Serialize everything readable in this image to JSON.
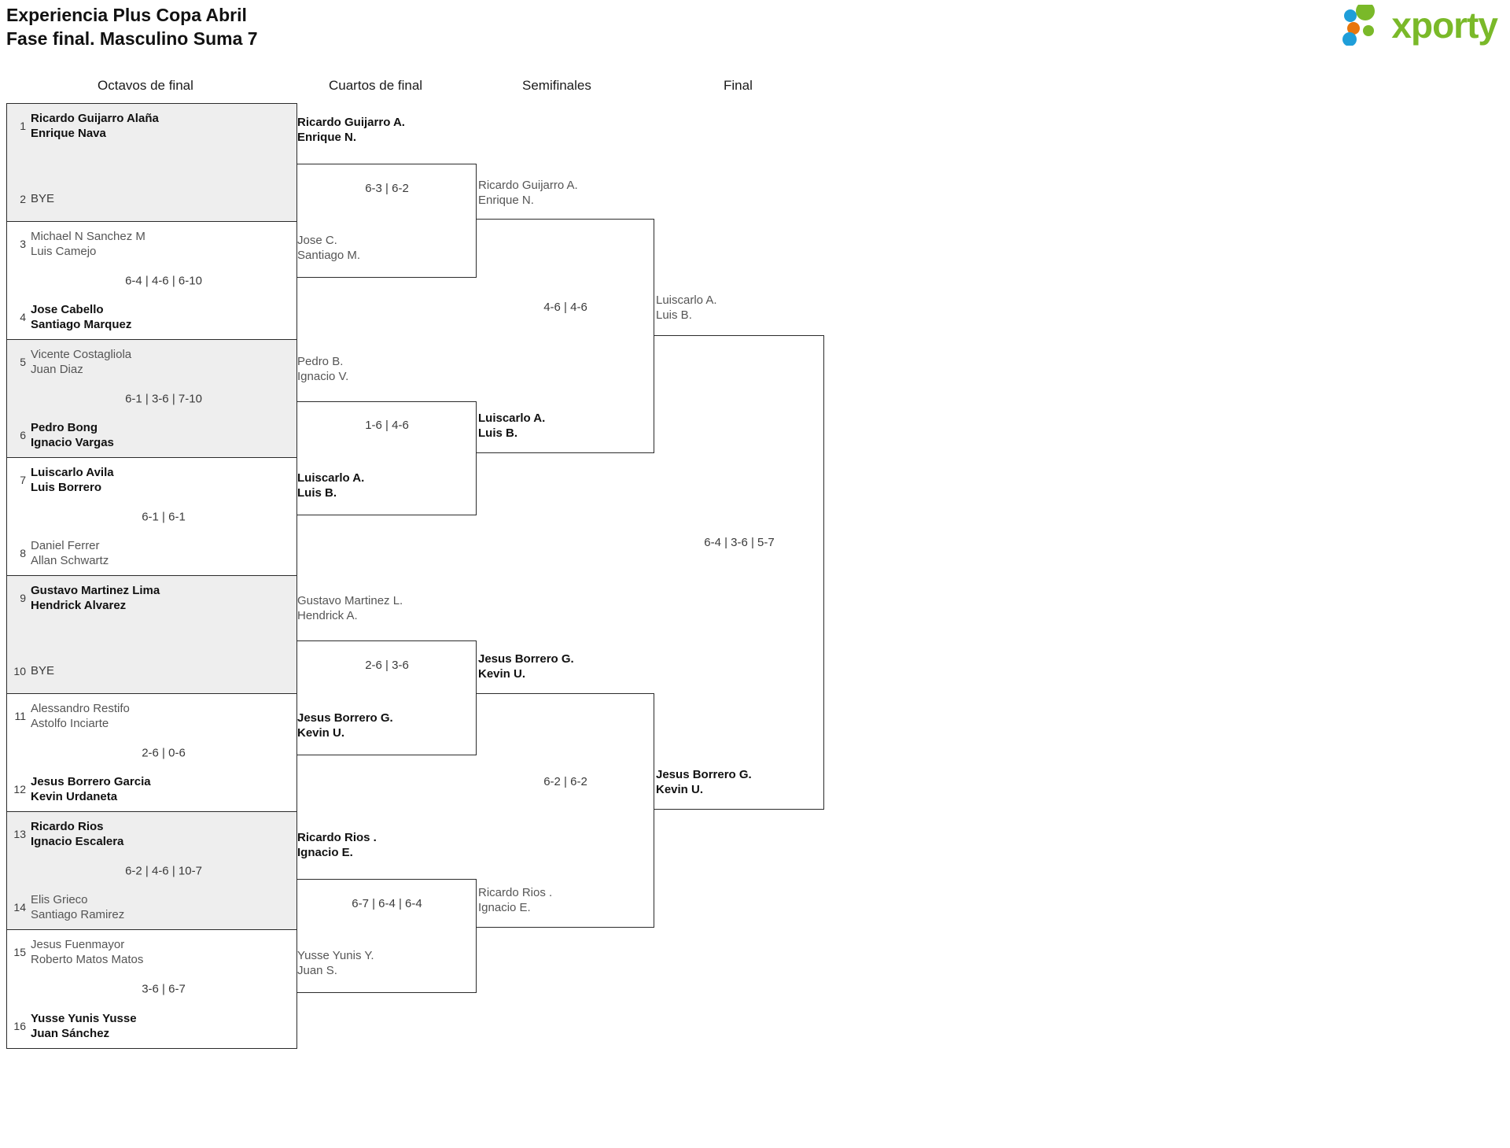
{
  "header": {
    "title_line1": "Experiencia Plus Copa Abril",
    "title_line2": "Fase final. Masculino Suma 7",
    "logo_text": "xporty",
    "logo_colors": {
      "blue": "#1f9ed9",
      "orange": "#e8760c",
      "green": "#7ab929"
    }
  },
  "rounds": [
    {
      "label": "Octavos de final"
    },
    {
      "label": "Cuartos de final"
    },
    {
      "label": "Semifinales"
    },
    {
      "label": "Final"
    }
  ],
  "round1": {
    "matches": [
      {
        "shaded": true,
        "top": {
          "seed": "1",
          "line1": "Ricardo Guijarro Alaña",
          "line2": "Enrique Nava",
          "winner": true
        },
        "bottom": {
          "seed": "2",
          "line1": "BYE",
          "line2": "",
          "winner": false,
          "bye": true
        },
        "score": ""
      },
      {
        "shaded": false,
        "top": {
          "seed": "3",
          "line1": "Michael N Sanchez M",
          "line2": "Luis Camejo",
          "winner": false
        },
        "bottom": {
          "seed": "4",
          "line1": "Jose Cabello",
          "line2": "Santiago Marquez",
          "winner": true
        },
        "score": "6-4 | 4-6 | 6-10"
      },
      {
        "shaded": true,
        "top": {
          "seed": "5",
          "line1": "Vicente Costagliola",
          "line2": "Juan Diaz",
          "winner": false
        },
        "bottom": {
          "seed": "6",
          "line1": "Pedro Bong",
          "line2": "Ignacio Vargas",
          "winner": true
        },
        "score": "6-1 | 3-6 | 7-10"
      },
      {
        "shaded": false,
        "top": {
          "seed": "7",
          "line1": "Luiscarlo Avila",
          "line2": "Luis Borrero",
          "winner": true
        },
        "bottom": {
          "seed": "8",
          "line1": "Daniel Ferrer",
          "line2": "Allan Schwartz",
          "winner": false
        },
        "score": "6-1 | 6-1"
      },
      {
        "shaded": true,
        "top": {
          "seed": "9",
          "line1": "Gustavo Martinez Lima",
          "line2": "Hendrick Alvarez",
          "winner": true
        },
        "bottom": {
          "seed": "10",
          "line1": "BYE",
          "line2": "",
          "winner": false,
          "bye": true
        },
        "score": ""
      },
      {
        "shaded": false,
        "top": {
          "seed": "11",
          "line1": "Alessandro Restifo",
          "line2": "Astolfo Inciarte",
          "winner": false
        },
        "bottom": {
          "seed": "12",
          "line1": "Jesus Borrero Garcia",
          "line2": "Kevin Urdaneta",
          "winner": true
        },
        "score": "2-6 | 0-6"
      },
      {
        "shaded": true,
        "top": {
          "seed": "13",
          "line1": "Ricardo Rios",
          "line2": "Ignacio Escalera",
          "winner": true
        },
        "bottom": {
          "seed": "14",
          "line1": "Elis Grieco",
          "line2": "Santiago Ramirez",
          "winner": false
        },
        "score": "6-2 | 4-6 | 10-7"
      },
      {
        "shaded": false,
        "top": {
          "seed": "15",
          "line1": "Jesus Fuenmayor",
          "line2": "Roberto Matos Matos",
          "winner": false
        },
        "bottom": {
          "seed": "16",
          "line1": "Yusse Yunis Yusse",
          "line2": "Juan Sánchez",
          "winner": true
        },
        "score": "3-6 | 6-7"
      }
    ]
  },
  "round2": {
    "matches": [
      {
        "top": {
          "line1": "Ricardo Guijarro A.",
          "line2": "Enrique N.",
          "winner": true
        },
        "bottom": {
          "line1": "Jose C.",
          "line2": "Santiago M.",
          "winner": false
        },
        "score": "6-3 | 6-2"
      },
      {
        "top": {
          "line1": "Pedro B.",
          "line2": "Ignacio V.",
          "winner": false
        },
        "bottom": {
          "line1": "Luiscarlo A.",
          "line2": "Luis B.",
          "winner": true
        },
        "score": "1-6 | 4-6"
      },
      {
        "top": {
          "line1": "Gustavo Martinez L.",
          "line2": "Hendrick A.",
          "winner": false
        },
        "bottom": {
          "line1": "Jesus Borrero G.",
          "line2": "Kevin U.",
          "winner": true
        },
        "score": "2-6 | 3-6"
      },
      {
        "top": {
          "line1": "Ricardo Rios .",
          "line2": "Ignacio E.",
          "winner": true
        },
        "bottom": {
          "line1": "Yusse Yunis Y.",
          "line2": "Juan S.",
          "winner": false
        },
        "score": "6-7 | 6-4 | 6-4"
      }
    ]
  },
  "round3": {
    "matches": [
      {
        "top": {
          "line1": "Ricardo Guijarro A.",
          "line2": "Enrique N.",
          "winner": false
        },
        "bottom": {
          "line1": "Luiscarlo A.",
          "line2": "Luis B.",
          "winner": true
        },
        "score": "4-6 | 4-6"
      },
      {
        "top": {
          "line1": "Jesus Borrero G.",
          "line2": "Kevin U.",
          "winner": true
        },
        "bottom": {
          "line1": "Ricardo Rios .",
          "line2": "Ignacio E.",
          "winner": false
        },
        "score": "6-2 | 6-2"
      }
    ]
  },
  "round4": {
    "matches": [
      {
        "top": {
          "line1": "Luiscarlo A.",
          "line2": "Luis B.",
          "winner": false
        },
        "bottom": {
          "line1": "Jesus Borrero G.",
          "line2": "Kevin U.",
          "winner": true
        },
        "score": "6-4 | 3-6 | 5-7"
      }
    ]
  }
}
